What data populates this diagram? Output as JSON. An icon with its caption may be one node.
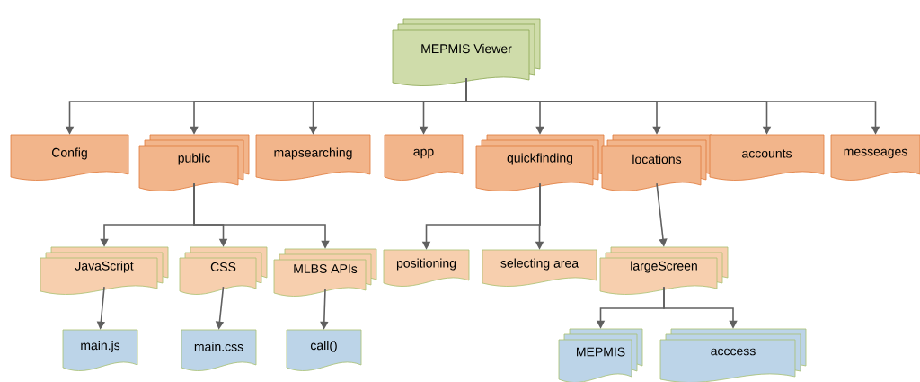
{
  "diagram": {
    "nodes": [
      {
        "text": [
          "MEPMIS Viewer"
        ]
      },
      {
        "text": [
          "Config"
        ]
      },
      {
        "text": [
          "public"
        ]
      },
      {
        "text": [
          "mapsearching"
        ]
      },
      {
        "text": [
          "app"
        ]
      },
      {
        "text": [
          "quickfinding"
        ]
      },
      {
        "text": [
          "locations"
        ]
      },
      {
        "text": [
          "accounts"
        ]
      },
      {
        "text": [
          "messeages"
        ]
      },
      {
        "text": [
          "JavaScript"
        ]
      },
      {
        "text": [
          "CSS"
        ]
      },
      {
        "text": [
          "MLBS APIs"
        ]
      },
      {
        "text": [
          "positioning"
        ]
      },
      {
        "text": [
          "selecting area"
        ]
      },
      {
        "text": [
          "largeScreen"
        ]
      },
      {
        "text": [
          "main.js"
        ]
      },
      {
        "text": [
          "main.css"
        ]
      },
      {
        "text": [
          "call()"
        ]
      },
      {
        "text": [
          "MEPMIS"
        ]
      },
      {
        "text": [
          "acccess"
        ]
      }
    ],
    "edges": [
      {
        "from": 0,
        "to": 1,
        "arrow": "to"
      },
      {
        "from": 0,
        "to": 2,
        "arrow": "to"
      },
      {
        "from": 0,
        "to": 3,
        "arrow": "to"
      },
      {
        "from": 0,
        "to": 4,
        "arrow": "to"
      },
      {
        "from": 0,
        "to": 5,
        "arrow": "to"
      },
      {
        "from": 0,
        "to": 6,
        "arrow": "to"
      },
      {
        "from": 0,
        "to": 7,
        "arrow": "to"
      },
      {
        "from": 0,
        "to": 8,
        "arrow": "to"
      },
      {
        "from": 2,
        "to": 9,
        "arrow": "to"
      },
      {
        "from": 2,
        "to": 10,
        "arrow": "to"
      },
      {
        "from": 2,
        "to": 11,
        "arrow": "to"
      },
      {
        "from": 5,
        "to": 12,
        "arrow": "to"
      },
      {
        "from": 5,
        "to": 13,
        "arrow": "to"
      },
      {
        "from": 6,
        "to": 14,
        "arrow": "to"
      },
      {
        "from": 9,
        "to": 15,
        "arrow": "to"
      },
      {
        "from": 10,
        "to": 16,
        "arrow": "to"
      },
      {
        "from": 11,
        "to": 17,
        "arrow": "to"
      },
      {
        "from": 14,
        "to": 18,
        "arrow": "to"
      },
      {
        "from": 14,
        "to": 19,
        "arrow": "to"
      }
    ]
  }
}
